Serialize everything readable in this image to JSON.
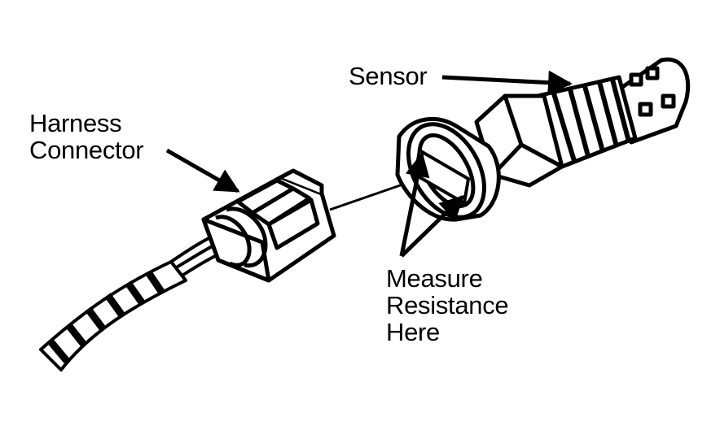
{
  "labels": {
    "harness_connector": [
      "Harness",
      "Connector"
    ],
    "sensor": "Sensor",
    "measure_resistance": [
      "Measure",
      "Resistance",
      "Here"
    ]
  },
  "colors": {
    "ink": "#000000",
    "paper": "#ffffff"
  },
  "icons": [
    "wire-harness",
    "harness-connector",
    "oxygen-sensor",
    "leader-arrow"
  ]
}
